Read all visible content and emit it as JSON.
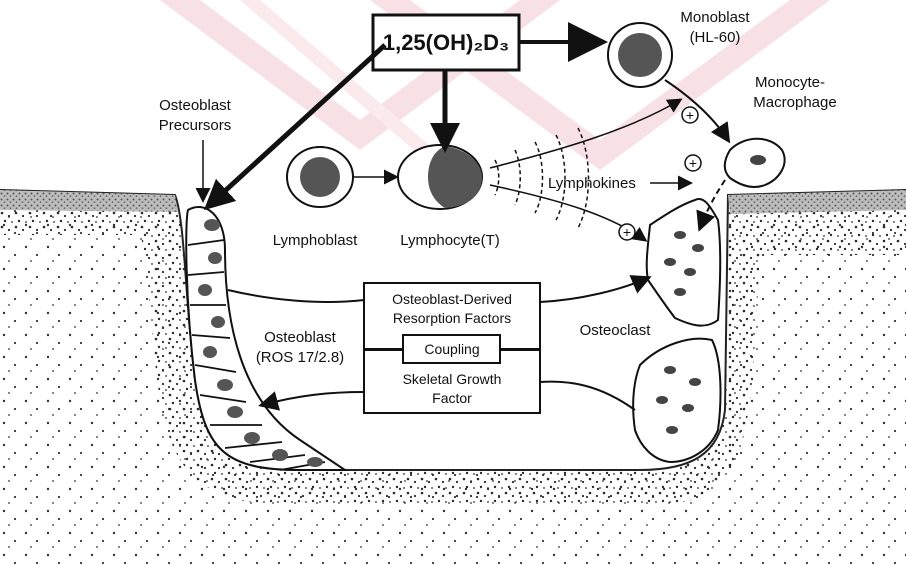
{
  "labels": {
    "hormone": "1,25(OH)₂D₃",
    "monoblast": "Monoblast",
    "monoblast_line": "(HL-60)",
    "monocyte_1": "Monocyte-",
    "monocyte_2": "Macrophage",
    "osteoblast_precursors_1": "Osteoblast",
    "osteoblast_precursors_2": "Precursors",
    "lymphokines": "Lymphokines",
    "lymphoblast": "Lymphoblast",
    "lymphocyte": "Lymphocyte(T)",
    "resorption_1": "Osteoblast-Derived",
    "resorption_2": "Resorption Factors",
    "coupling": "Coupling",
    "growth_1": "Skeletal Growth",
    "growth_2": "Factor",
    "osteoblast_1": "Osteoblast",
    "osteoblast_2": "(ROS 17/2.8)",
    "osteoclast": "Osteoclast",
    "plus": "+"
  },
  "colors": {
    "ink": "#111111",
    "bone_stipple": "#2a2a2a",
    "nucleus": "#555555",
    "watermark": "#f3c9cf"
  }
}
